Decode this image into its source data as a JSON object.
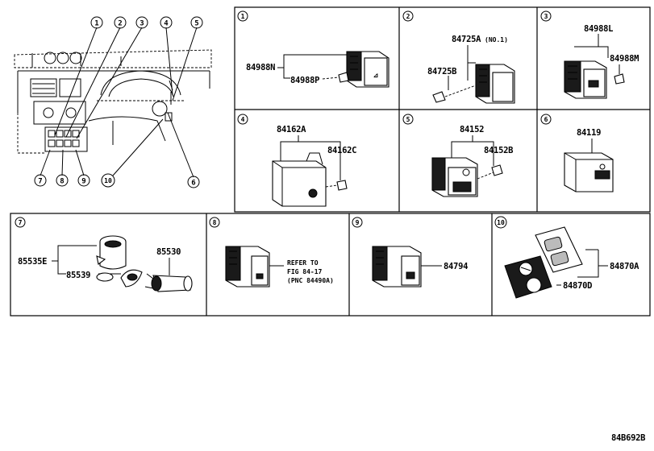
{
  "callouts": [
    "1",
    "2",
    "3",
    "4",
    "5",
    "6",
    "7",
    "8",
    "9",
    "10"
  ],
  "panels": {
    "p1": {
      "num": "1",
      "parts": [
        "84988N",
        "84988P"
      ]
    },
    "p2": {
      "num": "2",
      "parts": [
        "84725A",
        "84725B"
      ],
      "note": "(NO.1)"
    },
    "p3": {
      "num": "3",
      "parts": [
        "84988L",
        "84988M"
      ]
    },
    "p4": {
      "num": "4",
      "parts": [
        "84162A",
        "84162C"
      ]
    },
    "p5": {
      "num": "5",
      "parts": [
        "84152",
        "84152B"
      ]
    },
    "p6": {
      "num": "6",
      "parts": [
        "84119"
      ]
    },
    "p7": {
      "num": "7",
      "parts": [
        "85535E",
        "85539",
        "85530"
      ]
    },
    "p8": {
      "num": "8",
      "ref_lines": [
        "REFER TO",
        "FIG 84-17",
        "(PNC 84490A)"
      ]
    },
    "p9": {
      "num": "9",
      "parts": [
        "84794"
      ]
    },
    "p10": {
      "num": "10",
      "parts": [
        "84870A",
        "84870D"
      ]
    }
  },
  "drawing_code": "84B692B"
}
